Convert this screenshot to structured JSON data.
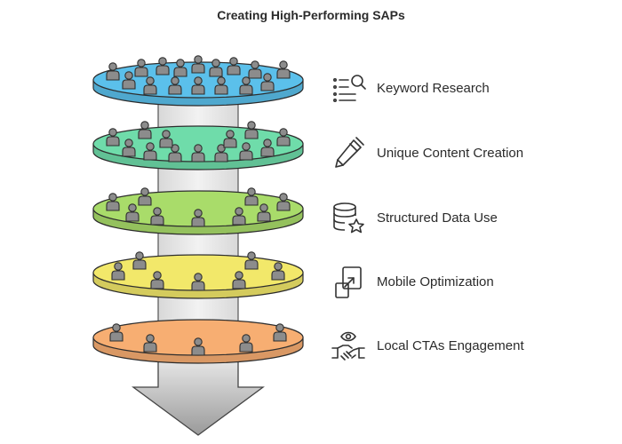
{
  "title": "Creating High-Performing SAPs",
  "levels": [
    {
      "label": "Keyword Research",
      "icon": "search-list-icon",
      "color": "#5bc0eb"
    },
    {
      "label": "Unique Content Creation",
      "icon": "pen-icon",
      "color": "#6fdcaa"
    },
    {
      "label": "Structured Data Use",
      "icon": "database-star-icon",
      "color": "#a9dc6a"
    },
    {
      "label": "Mobile Optimization",
      "icon": "mobile-resize-icon",
      "color": "#f2e86a"
    },
    {
      "label": "Local CTAs Engagement",
      "icon": "eye-handshake-icon",
      "color": "#f7ae72"
    }
  ]
}
